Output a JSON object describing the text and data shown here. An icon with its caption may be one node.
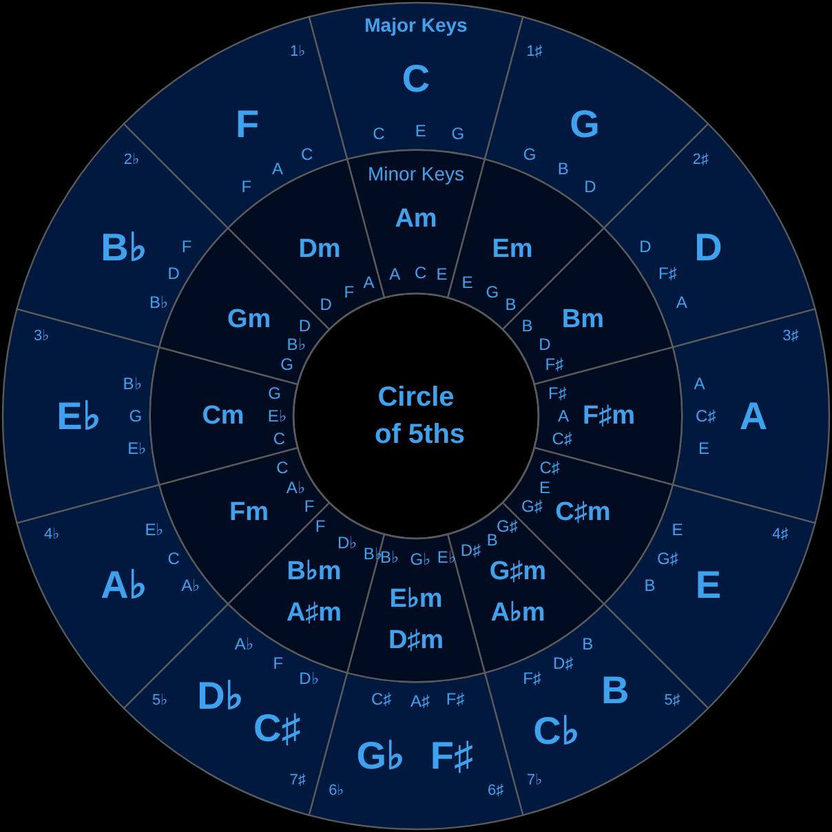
{
  "diagram": {
    "nodes": [
      {
        "text": [
          "Circle of 5ths"
        ]
      },
      {
        "text": [
          "Major Keys",
          "C",
          "C E G"
        ]
      },
      {
        "text": [
          "1♯",
          "G",
          "G B D"
        ]
      },
      {
        "text": [
          "2♯",
          "D F♯ A",
          "D"
        ]
      },
      {
        "text": [
          "3♯",
          "A C♯ E",
          "A"
        ]
      },
      {
        "text": [
          "E G♯ B",
          "4♯",
          "E"
        ]
      },
      {
        "text": [
          "B D♯ F♯",
          "B",
          "5♯",
          "C♭",
          "7♭"
        ]
      },
      {
        "text": [
          "C♯ A♯ F♯",
          "G♭",
          "F♯",
          "6♭",
          "6♯"
        ]
      },
      {
        "text": [
          "A♭ F D♭",
          "5♭",
          "D♭",
          "C♯",
          "7♯"
        ]
      },
      {
        "text": [
          "4♭",
          "A♭",
          "E♭ C A♭"
        ]
      },
      {
        "text": [
          "3♭",
          "E♭",
          "B♭ G E♭"
        ]
      },
      {
        "text": [
          "2♭",
          "B♭",
          "F D B♭"
        ]
      },
      {
        "text": [
          "1♭",
          "F",
          "F A C"
        ]
      },
      {
        "text": [
          "Minor Keys",
          "Am",
          "A C E"
        ]
      },
      {
        "text": [
          "Em",
          "E G B"
        ]
      },
      {
        "text": [
          "Bm",
          "B D F♯"
        ]
      },
      {
        "text": [
          "F♯ A C♯",
          "F♯m"
        ]
      },
      {
        "text": [
          "C♯ E G♯",
          "C♯m"
        ]
      },
      {
        "text": [
          "G♯ B D♯",
          "G♯m",
          "A♭m"
        ]
      },
      {
        "text": [
          "B♭ G♭ E♭",
          "E♭m",
          "D♯m"
        ]
      },
      {
        "text": [
          "F D♭ B♭",
          "B♭m",
          "A♯m"
        ]
      },
      {
        "text": [
          "Fm",
          "C A♭ F"
        ]
      },
      {
        "text": [
          "Cm",
          "G E♭ C"
        ]
      },
      {
        "text": [
          "Gm",
          "D B♭ G"
        ]
      },
      {
        "text": [
          "Dm",
          "D F A"
        ]
      }
    ]
  }
}
